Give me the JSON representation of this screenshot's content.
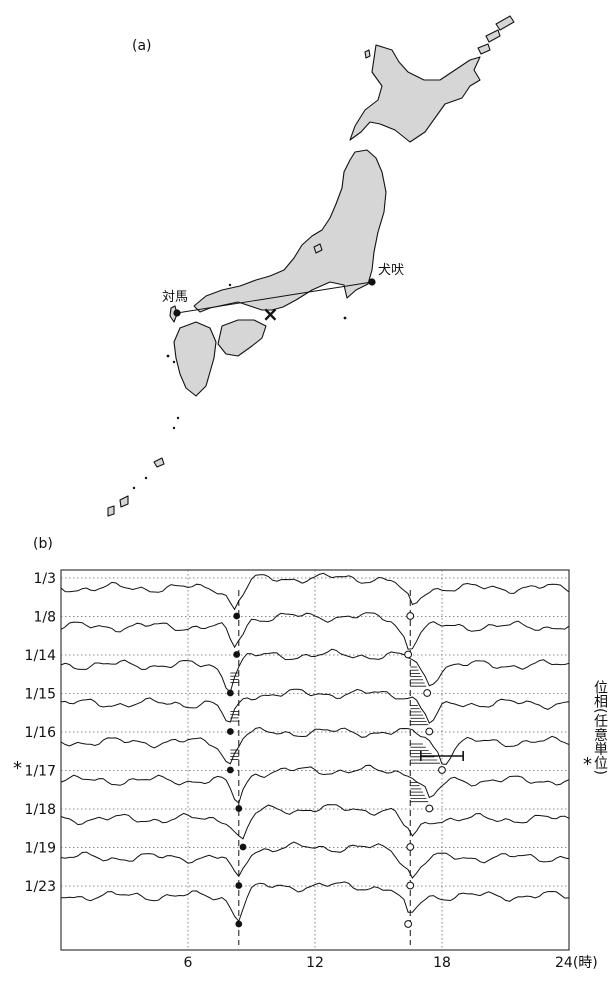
{
  "panel_a": {
    "label": "(a)",
    "stations": [
      "対馬",
      "犬吠"
    ],
    "marker": "×"
  },
  "panel_b": {
    "label": "(b)",
    "dates": [
      "1/3",
      "1/8",
      "1/14",
      "1/15",
      "1/16",
      "1/17",
      "1/18",
      "1/19",
      "1/23"
    ],
    "x_ticks": [
      "6",
      "12",
      "18",
      "24(時)"
    ],
    "y_axis_label": "位相(任意単位)",
    "star_left": "*",
    "star_right": "*"
  },
  "chart_data": {
    "type": "line",
    "x_range": [
      0,
      24
    ],
    "x_ticks": [
      6,
      12,
      18,
      24
    ],
    "x_unit": "時",
    "ylabel": "位相(任意単位)",
    "grid": true,
    "series": [
      {
        "name": "1/3",
        "sunrise_h": 8.3,
        "sunset_h": 16.5
      },
      {
        "name": "1/8",
        "sunrise_h": 8.3,
        "sunset_h": 16.4
      },
      {
        "name": "1/14",
        "sunrise_h": 8.0,
        "sunset_h": 17.3
      },
      {
        "name": "1/15",
        "sunrise_h": 8.0,
        "sunset_h": 17.4
      },
      {
        "name": "1/16",
        "sunrise_h": 8.0,
        "sunset_h": 18.0
      },
      {
        "name": "1/17",
        "sunrise_h": 8.4,
        "sunset_h": 17.4
      },
      {
        "name": "1/18",
        "sunrise_h": 8.6,
        "sunset_h": 16.5
      },
      {
        "name": "1/19",
        "sunrise_h": 8.4,
        "sunset_h": 16.5
      },
      {
        "name": "1/23",
        "sunrise_h": 8.4,
        "sunset_h": 16.4
      }
    ]
  }
}
